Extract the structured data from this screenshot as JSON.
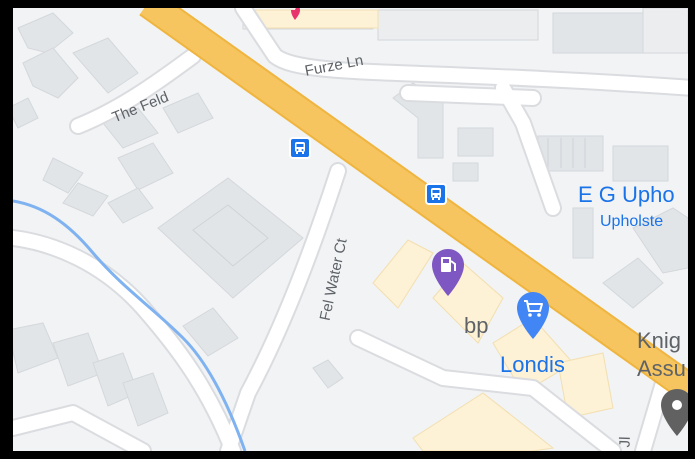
{
  "map": {
    "colors": {
      "background": "#f1f3f4",
      "main_road": "#f6c560",
      "main_road_edge": "#efb53f",
      "minor_road": "#ffffff",
      "building": "#e2e5e8",
      "building_edge": "#d4d7db",
      "commercial_area": "#fdf1d6",
      "waterway": "#7fb2f0",
      "shopping_pin": "#4285f4",
      "fuel_pin": "#7e57c2",
      "transit_icon": "#1a73e8",
      "poi_text_blue": "#1a73e8",
      "dark_pin": "#616161"
    },
    "roads": {
      "furze_ln": "Furze Ln",
      "the_feld": "The Feld",
      "fel_water_ct": "Fel Water Ct"
    },
    "pois": {
      "bp": {
        "name": "bp",
        "icon": "fuel-icon"
      },
      "londis": {
        "name": "Londis",
        "icon": "shopping-cart-icon"
      },
      "eg_upholstery": {
        "name": "E G Upho",
        "subtitle": "Upholste"
      },
      "knight": {
        "line1": "Knig",
        "line2": "Assu"
      }
    },
    "transit": {
      "bus_stop_1": {
        "icon": "bus-icon"
      },
      "bus_stop_2": {
        "icon": "bus-icon"
      }
    },
    "partial_label_bottom": "Jl"
  }
}
